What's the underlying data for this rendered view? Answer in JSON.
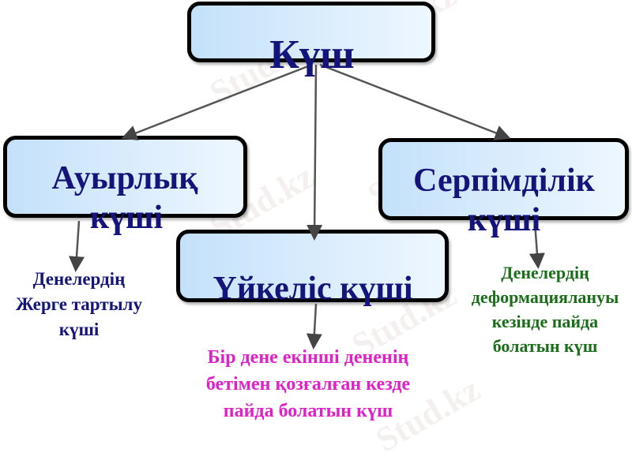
{
  "watermark": "Stud.kz",
  "root": {
    "label": "Күш"
  },
  "branches": [
    {
      "title_line1": "Ауырлық",
      "title_line2": "күші",
      "description": [
        "Денелердің",
        "Жерге тартылу",
        "күші"
      ],
      "color": "#14147a"
    },
    {
      "title_line1": "Үйкеліс күші",
      "description": [
        "Бір дене екінші дененің",
        "бетімен қозғалған кезде",
        "пайда болатын күш"
      ],
      "color": "#e020c8"
    },
    {
      "title_line1": "Серпімділік",
      "title_line2": "күші",
      "description": [
        "Денелердің",
        "деформациялануы",
        "кезінде пайда",
        "болатын күш"
      ],
      "color": "#1a6e1a"
    }
  ]
}
